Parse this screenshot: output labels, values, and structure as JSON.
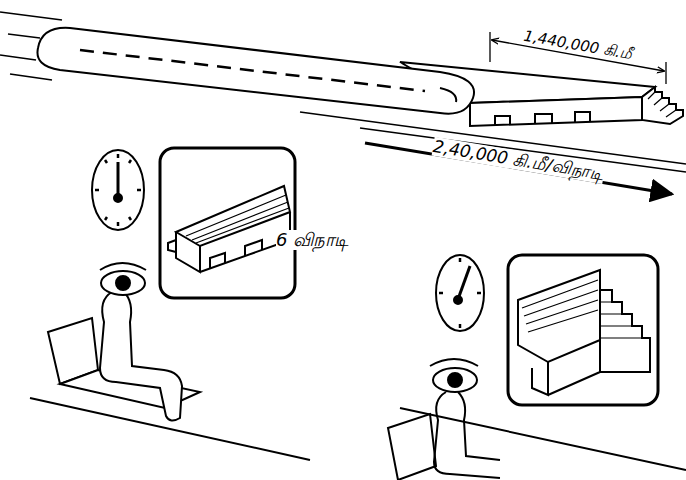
{
  "diagram": {
    "labels": [
      "1,440,000 கி.மீ",
      "2,40,000 கி.மீ/விநாடி",
      "6 விநாடி"
    ]
  }
}
